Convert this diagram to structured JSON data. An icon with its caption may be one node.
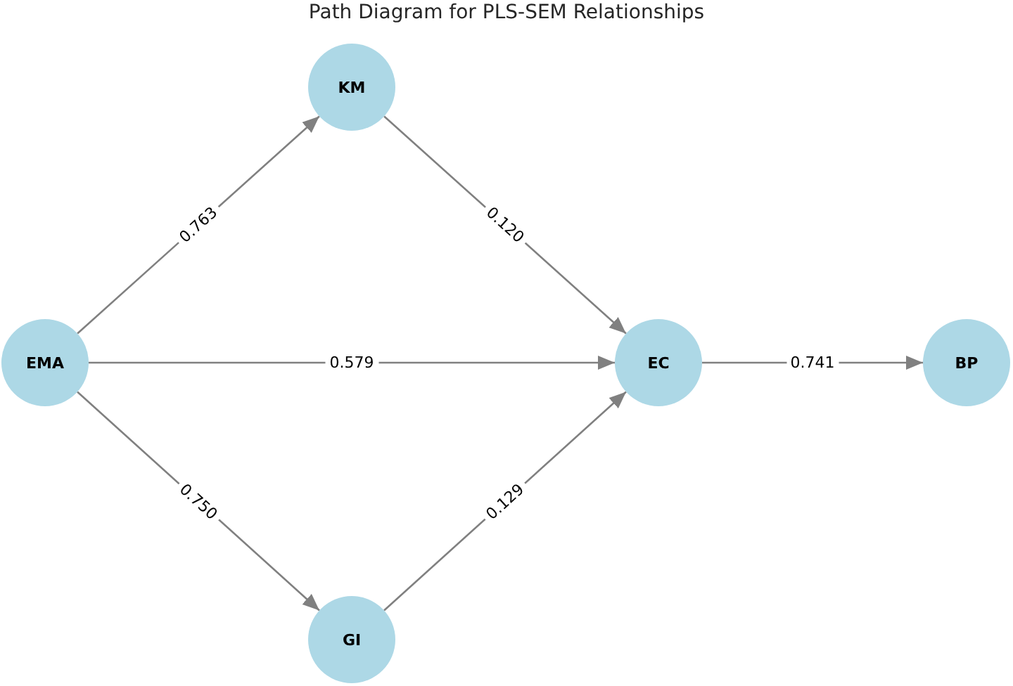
{
  "diagram": {
    "title": "Path Diagram for PLS-SEM Relationships",
    "nodes": [
      {
        "text": [
          "KM"
        ]
      },
      {
        "text": [
          "EMA"
        ]
      },
      {
        "text": [
          "EC"
        ]
      },
      {
        "text": [
          "BP"
        ]
      },
      {
        "text": [
          "GI"
        ]
      }
    ],
    "edges": [
      {
        "from": 1,
        "to": 0,
        "arrow": "to",
        "label": "0.763"
      },
      {
        "from": 0,
        "to": 2,
        "arrow": "to",
        "label": "0.120"
      },
      {
        "from": 1,
        "to": 2,
        "arrow": "to",
        "label": "0.579"
      },
      {
        "from": 2,
        "to": 3,
        "arrow": "to",
        "label": "0.741"
      },
      {
        "from": 1,
        "to": 4,
        "arrow": "to",
        "label": "0.750"
      },
      {
        "from": 4,
        "to": 2,
        "arrow": "to",
        "label": "0.129"
      }
    ]
  }
}
